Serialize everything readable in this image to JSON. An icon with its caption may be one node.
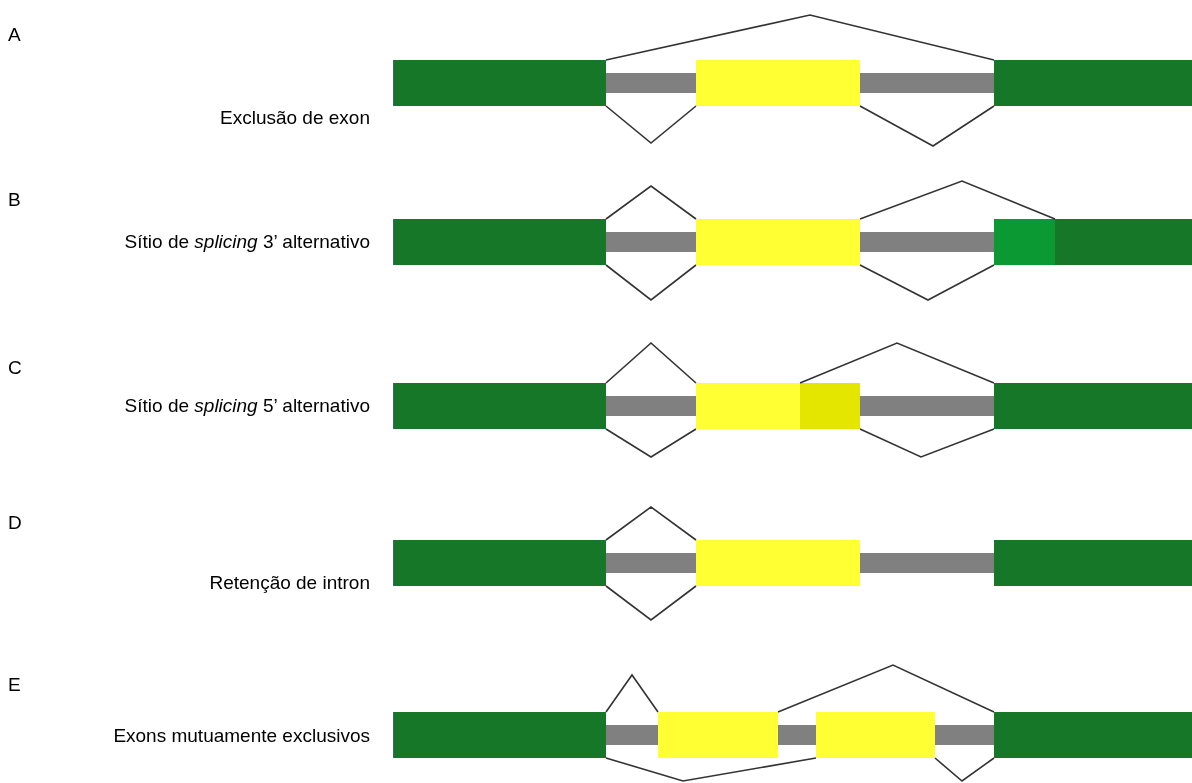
{
  "diagram": {
    "nodes": [
      {
        "text": [],
        "shape": "box"
      },
      {
        "text": [],
        "shape": "box"
      },
      {
        "text": [],
        "shape": "box"
      },
      {
        "text": [],
        "shape": "box"
      },
      {
        "text": [],
        "shape": "box"
      },
      {
        "text": [],
        "shape": "box"
      },
      {
        "text": [],
        "shape": "box"
      },
      {
        "text": [],
        "shape": "box"
      },
      {
        "text": [],
        "shape": "box"
      },
      {
        "text": [],
        "shape": "box"
      },
      {
        "text": [],
        "shape": "box"
      },
      {
        "text": [],
        "shape": "box"
      },
      {
        "text": [],
        "shape": "box"
      },
      {
        "text": [],
        "shape": "box"
      },
      {
        "text": [],
        "shape": "box"
      },
      {
        "text": [],
        "shape": "box"
      },
      {
        "text": [],
        "shape": "box"
      },
      {
        "text": [],
        "shape": "box"
      },
      {
        "text": [],
        "shape": "bar"
      },
      {
        "text": [],
        "shape": "bar"
      },
      {
        "text": [],
        "shape": "bar"
      },
      {
        "text": [],
        "shape": "bar"
      },
      {
        "text": [],
        "shape": "bar"
      },
      {
        "text": [],
        "shape": "bar"
      },
      {
        "text": [],
        "shape": "bar"
      },
      {
        "text": [],
        "shape": "bar"
      },
      {
        "text": [],
        "shape": "bar"
      },
      {
        "text": [],
        "shape": "bar"
      },
      {
        "text": [],
        "shape": "bar"
      }
    ],
    "edges": [
      {
        "from": 0,
        "to": 2,
        "arrow": "none"
      },
      {
        "from": 0,
        "to": 1,
        "arrow": "none"
      },
      {
        "from": 1,
        "to": 2,
        "arrow": "none"
      },
      {
        "from": 3,
        "to": 4,
        "arrow": "none"
      },
      {
        "from": 3,
        "to": 4,
        "arrow": "none"
      },
      {
        "from": 4,
        "to": 6,
        "arrow": "none"
      },
      {
        "from": 4,
        "to": 5,
        "arrow": "none"
      },
      {
        "from": 7,
        "to": 8,
        "arrow": "none"
      },
      {
        "from": 7,
        "to": 8,
        "arrow": "none"
      },
      {
        "from": 8,
        "to": 10,
        "arrow": "none"
      },
      {
        "from": 9,
        "to": 10,
        "arrow": "none"
      },
      {
        "from": 11,
        "to": 12,
        "arrow": "none"
      },
      {
        "from": 11,
        "to": 12,
        "arrow": "none"
      },
      {
        "from": 14,
        "to": 15,
        "arrow": "none"
      },
      {
        "from": 14,
        "to": 16,
        "arrow": "none"
      },
      {
        "from": 15,
        "to": 17,
        "arrow": "none"
      },
      {
        "from": 16,
        "to": 17,
        "arrow": "none"
      }
    ],
    "labels": [
      "A",
      "Exclusão de exon",
      "B",
      "Sítio de *splicing* 3’ alternativo",
      "C",
      "Sítio de *splicing* 5’ alternativo",
      "D",
      "Retenção de intron",
      "E",
      "Exons mutuamente exclusivos"
    ]
  }
}
